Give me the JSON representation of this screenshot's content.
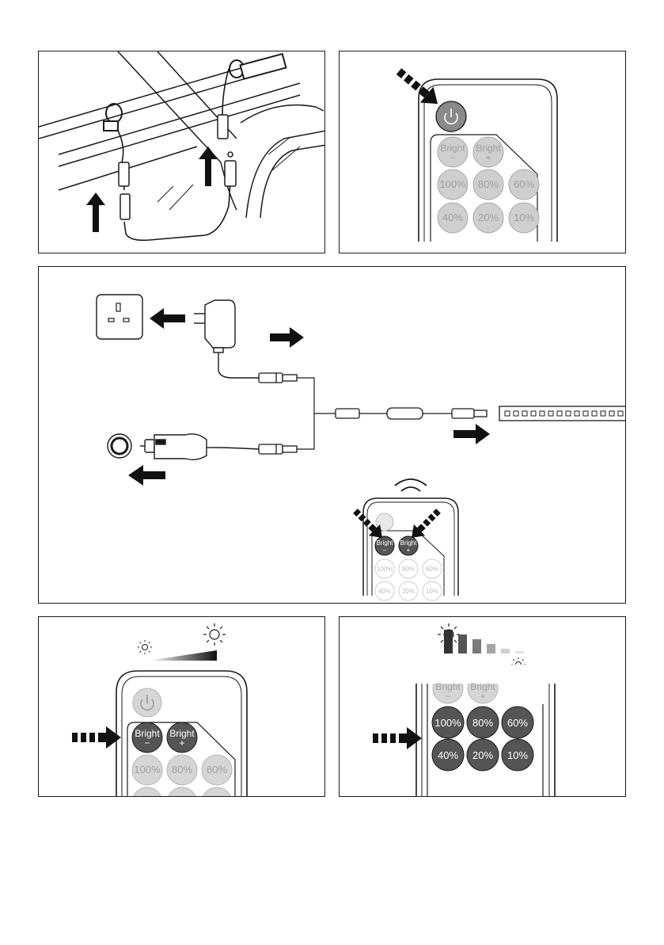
{
  "remote": {
    "power_label": "",
    "bright_label": "Bright",
    "minus": "−",
    "plus": "+",
    "presets": [
      "100%",
      "80%",
      "60%",
      "40%",
      "20%",
      "10%"
    ]
  },
  "level_bars": [
    1.0,
    0.8,
    0.6,
    0.4,
    0.2,
    0.1
  ],
  "colors": {
    "line": "#1a1a1a",
    "button_disabled": "#cfcfcf",
    "button_disabled_text": "#a0a0a0",
    "button_active": "#6e6e6e",
    "power_active": "#8a8a8a",
    "arrow": "#111111"
  },
  "icons": [
    "up-arrow-icon",
    "down-right-arrow-icon",
    "right-arrow-icon",
    "left-arrow-icon",
    "sun-icon",
    "wireless-signal-icon",
    "power-icon"
  ]
}
